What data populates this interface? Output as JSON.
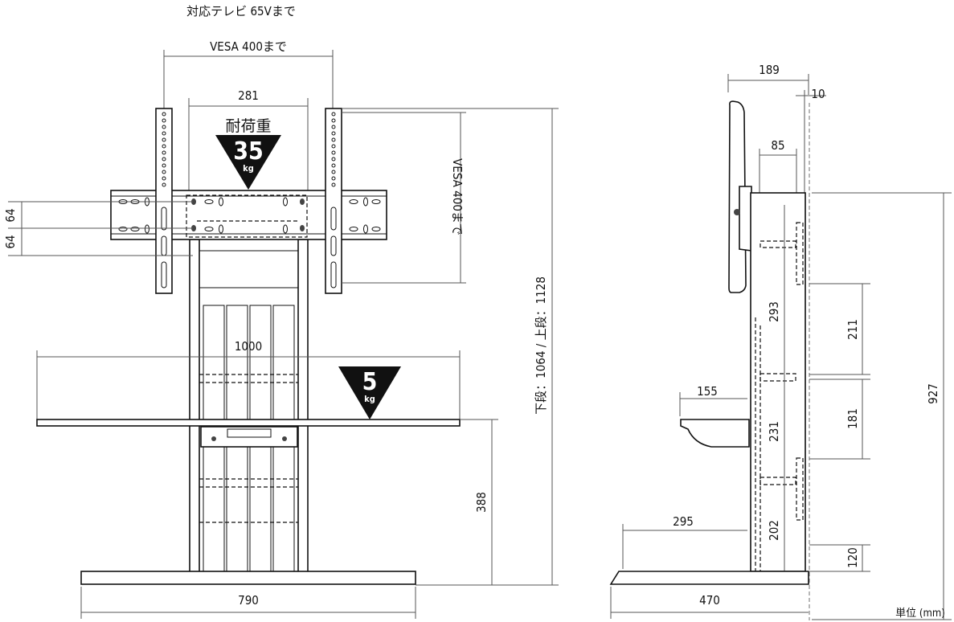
{
  "front_view": {
    "title": "対応テレビ 65Vまで",
    "vesa_width": "VESA 400まで",
    "hole_span": "281",
    "load_label": "耐荷重",
    "top_load": {
      "value": "35",
      "unit": "kg"
    },
    "shelf_load": {
      "value": "5",
      "unit": "kg"
    },
    "vesa_height": "VESA 400まで",
    "pitch_upper": "64",
    "pitch_lower": "64",
    "overall_height": "下段：1064 / 上段：1128",
    "shelf_width": "1000",
    "shelf_height": "388",
    "base_width": "790"
  },
  "side_view": {
    "tv_depth": "189",
    "offset": "10",
    "bracket_depth": "85",
    "tray_depth": "155",
    "foot_depth": "295",
    "base_depth": "470",
    "column_height": "927",
    "gap_upper": "211",
    "gap_middle": "181",
    "gap_lower": "120",
    "inner_upper": "293",
    "inner_middle": "231",
    "inner_lower": "202"
  },
  "unit_label": "単位 (mm)"
}
